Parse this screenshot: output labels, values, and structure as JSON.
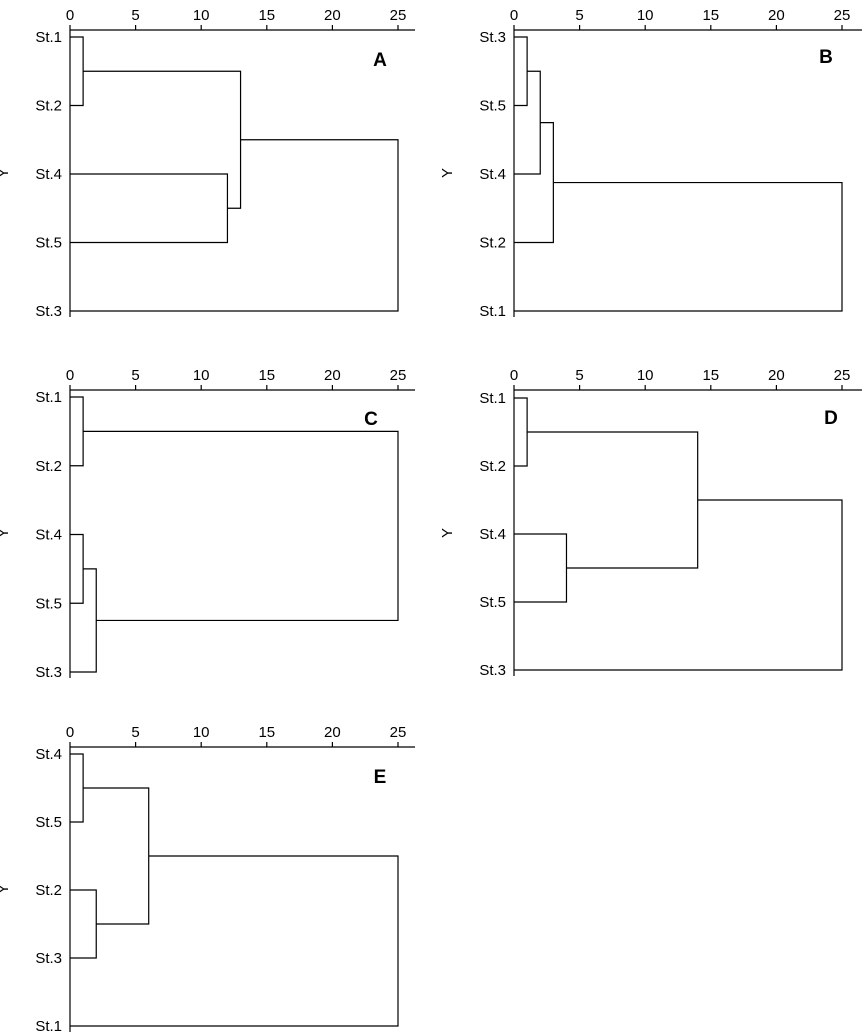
{
  "chart_data": [
    {
      "type": "dendrogram",
      "panel_label": "A",
      "ylabel": "Y",
      "xlim": [
        0,
        25
      ],
      "x_ticks": [
        0,
        5,
        10,
        15,
        20,
        25
      ],
      "x_tick_labels": [
        "0",
        "5",
        "10",
        "15",
        "20",
        "25"
      ],
      "leaves": [
        "St.1",
        "St.2",
        "St.4",
        "St.5",
        "St.3"
      ],
      "merges": [
        {
          "left": "St.1",
          "right": "St.2",
          "height": 1
        },
        {
          "left": "St.4",
          "right": "St.5",
          "height": 12
        },
        {
          "left": "St.1+St.2",
          "right": "St.4+St.5",
          "height": 13
        },
        {
          "left": "St.1+St.2+St.4+St.5",
          "right": "St.3",
          "height": 25
        }
      ]
    },
    {
      "type": "dendrogram",
      "panel_label": "B",
      "ylabel": "Y",
      "xlim": [
        0,
        25
      ],
      "x_ticks": [
        0,
        5,
        10,
        15,
        20,
        25
      ],
      "x_tick_labels": [
        "0",
        "5",
        "10",
        "15",
        "20",
        "25"
      ],
      "leaves": [
        "St.3",
        "St.5",
        "St.4",
        "St.2",
        "St.1"
      ],
      "merges": [
        {
          "left": "St.3",
          "right": "St.5",
          "height": 1
        },
        {
          "left": "St.3+St.5",
          "right": "St.4",
          "height": 2
        },
        {
          "left": "St.3+St.5+St.4",
          "right": "St.2",
          "height": 3
        },
        {
          "left": "St.3+St.5+St.4+St.2",
          "right": "St.1",
          "height": 25
        }
      ]
    },
    {
      "type": "dendrogram",
      "panel_label": "C",
      "ylabel": "Y",
      "xlim": [
        0,
        25
      ],
      "x_ticks": [
        0,
        5,
        10,
        15,
        20,
        25
      ],
      "x_tick_labels": [
        "0",
        "5",
        "10",
        "15",
        "20",
        "25"
      ],
      "leaves": [
        "St.1",
        "St.2",
        "St.4",
        "St.5",
        "St.3"
      ],
      "merges": [
        {
          "left": "St.1",
          "right": "St.2",
          "height": 1
        },
        {
          "left": "St.4",
          "right": "St.5",
          "height": 1
        },
        {
          "left": "St.4+St.5",
          "right": "St.3",
          "height": 2
        },
        {
          "left": "St.1+St.2",
          "right": "St.4+St.5+St.3",
          "height": 25
        }
      ]
    },
    {
      "type": "dendrogram",
      "panel_label": "D",
      "ylabel": "Y",
      "xlim": [
        0,
        25
      ],
      "x_ticks": [
        0,
        5,
        10,
        15,
        20,
        25
      ],
      "x_tick_labels": [
        "0",
        "5",
        "10",
        "15",
        "20",
        "25"
      ],
      "leaves": [
        "St.1",
        "St.2",
        "St.4",
        "St.5",
        "St.3"
      ],
      "merges": [
        {
          "left": "St.1",
          "right": "St.2",
          "height": 1
        },
        {
          "left": "St.4",
          "right": "St.5",
          "height": 4
        },
        {
          "left": "St.1+St.2",
          "right": "St.4+St.5",
          "height": 14
        },
        {
          "left": "St.1+St.2+St.4+St.5",
          "right": "St.3",
          "height": 25
        }
      ]
    },
    {
      "type": "dendrogram",
      "panel_label": "E",
      "ylabel": "Y",
      "xlim": [
        0,
        25
      ],
      "x_ticks": [
        0,
        5,
        10,
        15,
        20,
        25
      ],
      "x_tick_labels": [
        "0",
        "5",
        "10",
        "15",
        "20",
        "25"
      ],
      "leaves": [
        "St.4",
        "St.5",
        "St.2",
        "St.3",
        "St.1"
      ],
      "merges": [
        {
          "left": "St.4",
          "right": "St.5",
          "height": 1
        },
        {
          "left": "St.2",
          "right": "St.3",
          "height": 2
        },
        {
          "left": "St.4+St.5",
          "right": "St.2+St.3",
          "height": 6
        },
        {
          "left": "St.4+St.5+St.2+St.3",
          "right": "St.1",
          "height": 25
        }
      ]
    }
  ]
}
